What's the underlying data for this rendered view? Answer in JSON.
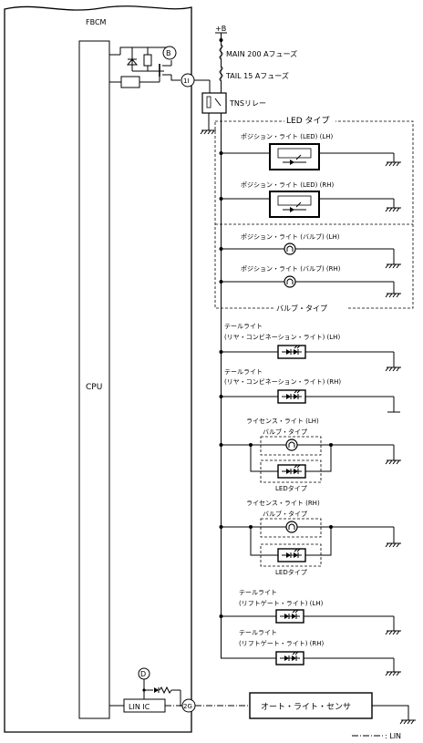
{
  "fbcm": {
    "label": "FBCM",
    "cpu_label": "CPU",
    "lin_ic_label": "LIN IC"
  },
  "terminals": {
    "t1i": "1I",
    "t2g": "2G",
    "b_mark": "B",
    "d_mark": "D"
  },
  "power": {
    "plus_b": "+B",
    "main_fuse": "MAIN 200 Aフューズ",
    "tail_fuse": "TAIL 15 Aフューズ",
    "tns_relay": "TNSリレー"
  },
  "groups": {
    "led_type": "LED タイプ",
    "bulb_type": "バルブ・タイプ",
    "bulb_type_small": "バルブ・タイプ",
    "led_type_small": "LEDタイプ"
  },
  "lamps": {
    "position_led_lh": "ポジション・ライト (LED) (LH)",
    "position_led_rh": "ポジション・ライト (LED) (RH)",
    "position_bulb_lh": "ポジション・ライト (バルブ) (LH)",
    "position_bulb_rh": "ポジション・ライト (バルブ) (RH)",
    "tail_light": "テールライト",
    "rear_combi_lh": "(リヤ・コンビネーション・ライト) (LH)",
    "rear_combi_rh": "(リヤ・コンビネーション・ライト) (RH)",
    "license_lh": "ライセンス・ライト (LH)",
    "license_rh": "ライセンス・ライト (RH)",
    "liftgate_lh": "(リフトゲート・ライト) (LH)",
    "liftgate_rh": "(リフトゲート・ライト) (RH)"
  },
  "sensor": {
    "auto_light_sensor": "オート・ライト・センサ"
  },
  "legend": {
    "lin": ": LIN"
  }
}
